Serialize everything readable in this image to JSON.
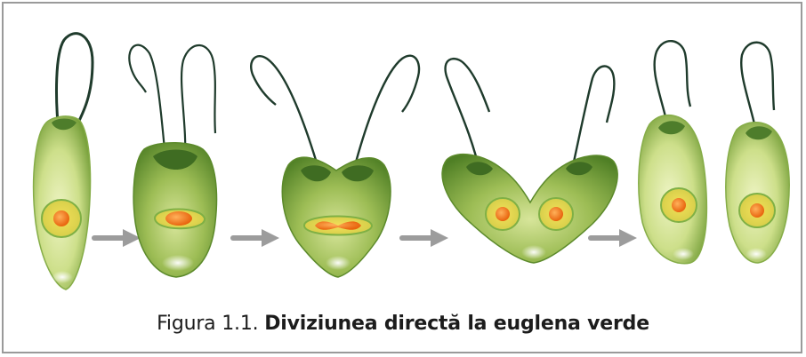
{
  "caption": {
    "label": "Figura 1.1.",
    "title": "Diviziunea directă la euglena verde"
  },
  "colors": {
    "border": "#9a9a9a",
    "cell_light": "#e7f0b4",
    "cell_mid": "#a9c65a",
    "cell_dark": "#5f8f2c",
    "nucleus_ring": "#e2d24e",
    "nucleus_core": "#f07d1a",
    "arrow": "#9c9c9c",
    "flagellum": "#1f3b2c"
  },
  "stages": [
    {
      "name": "stage-1-single-cell"
    },
    {
      "name": "stage-2-flagellum-duplicated"
    },
    {
      "name": "stage-3-nucleus-dividing"
    },
    {
      "name": "stage-4-cell-splitting"
    },
    {
      "name": "stage-5-two-daughter-cells"
    }
  ]
}
